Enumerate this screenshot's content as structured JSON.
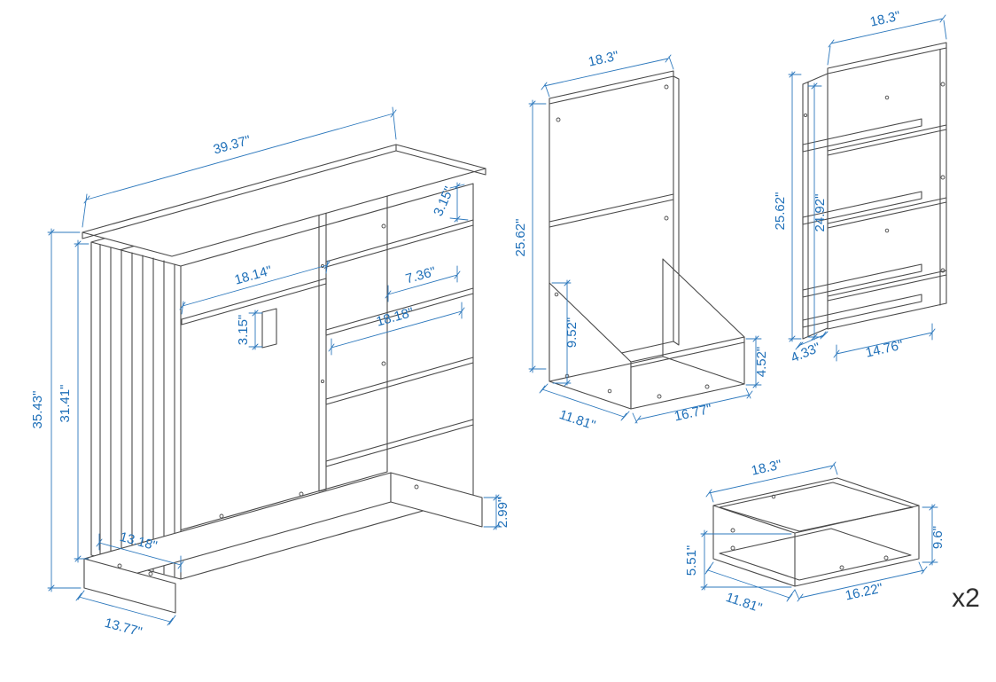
{
  "title": "furniture-dimension-diagram",
  "colors": {
    "dimension": "#1e6fb8",
    "outline": "#4a4a4a",
    "quantity": "#2f2f2f",
    "background": "#ffffff"
  },
  "cabinet": {
    "name": "storage-cabinet",
    "dims": {
      "top_width": "39.37\"",
      "overall_height": "35.43\"",
      "carcass_height": "31.41\"",
      "left_shelf_width": "18.14\"",
      "left_gap": "3.15\"",
      "right_top_gap": "3.15\"",
      "right_gap": "7.36\"",
      "right_shelf_width": "18.18\"",
      "side_panel_depth": "13.18\"",
      "base_height": "2.99\"",
      "base_depth": "13.77\""
    }
  },
  "hamper": {
    "name": "tilt-out-hamper",
    "dims": {
      "top_width": "18.3\"",
      "back_height": "25.62\"",
      "bin_back_height": "9.52\"",
      "bin_depth": "11.81\"",
      "bin_width": "16.77\"",
      "bin_front_height": "4.52\""
    }
  },
  "rack": {
    "name": "shelf-rack",
    "dims": {
      "top_width": "18.3\"",
      "outer_height": "25.62\"",
      "inner_height": "24.92\"",
      "depth": "4.33\"",
      "shelf_width": "14.76\""
    }
  },
  "drawer": {
    "name": "drawer-box",
    "dims": {
      "top_width": "18.3\"",
      "back_height": "5.51\"",
      "depth": "11.81\"",
      "front_width": "16.22\"",
      "front_height": "9.6\""
    },
    "quantity_label": "x2"
  }
}
